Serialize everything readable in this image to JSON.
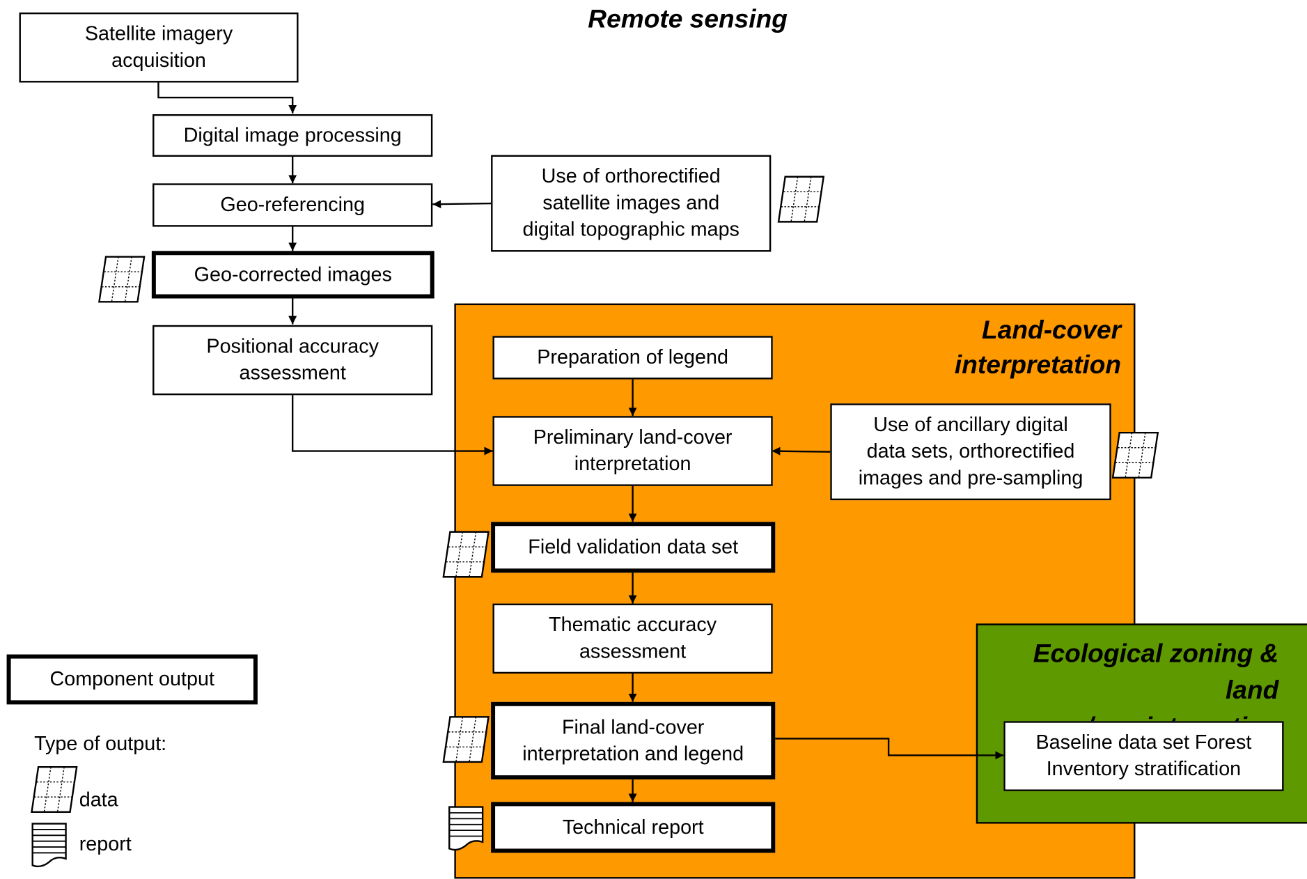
{
  "titles": {
    "remote_sensing": "Remote sensing",
    "land_cover": "Land-cover\ninterpretation",
    "ecological": "Ecological zoning & land\ncover/use integration"
  },
  "boxes": {
    "satellite_acquisition": "Satellite imagery\nacquisition",
    "digital_processing": "Digital image processing",
    "geo_referencing": "Geo-referencing",
    "orthorectified_use": "Use of orthorectified\nsatellite images and\ndigital topographic maps",
    "geo_corrected": "Geo-corrected images",
    "positional_accuracy": "Positional accuracy\nassessment",
    "preparation_legend": "Preparation of legend",
    "preliminary_interpretation": "Preliminary land-cover\ninterpretation",
    "ancillary_use": "Use of ancillary digital\ndata sets, orthorectified\nimages and pre-sampling",
    "field_validation": "Field validation data set",
    "thematic_accuracy": "Thematic accuracy\nassessment",
    "final_interpretation": "Final land-cover\ninterpretation and legend",
    "technical_report": "Technical report",
    "baseline_dataset": "Baseline data set Forest\nInventory stratification"
  },
  "legend": {
    "component_output": "Component output",
    "type_of_output": "Type of output:",
    "data": "data",
    "report": "report"
  },
  "icons": {
    "data": "data-grid-icon",
    "report": "report-document-icon"
  },
  "colors": {
    "land_cover_region": "#FF9900",
    "ecological_region": "#5E9900"
  }
}
